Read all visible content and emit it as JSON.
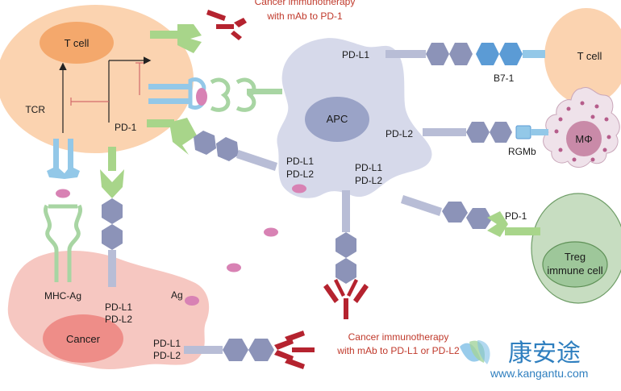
{
  "captions": {
    "top_line1": "Cancer immunotherapy",
    "top_line2": "with mAb to PD-1",
    "bottom_line1": "Cancer immunotherapy",
    "bottom_line2": "with mAb to PD-L1 or PD-L2"
  },
  "cells": {
    "t_cell_main": "T cell",
    "t_cell_right": "T cell",
    "apc": "APC",
    "macrophage": "MΦ",
    "cancer": "Cancer",
    "treg_line1": "Treg",
    "treg_line2": "immune cell"
  },
  "labels": {
    "tcr": "TCR",
    "pd1_tcell": "PD-1",
    "mhc_ag": "MHC-Ag",
    "ag": "Ag",
    "pdl1_cancer_a": "PD-L1",
    "pdl2_cancer_a": "PD-L2",
    "pdl1_cancer_b": "PD-L1",
    "pdl2_cancer_b": "PD-L2",
    "pdl1_apc_top": "PD-L1",
    "b7_1": "B7-1",
    "pdl2_apc_right": "PD-L2",
    "rgmb": "RGMb",
    "pdl1_apc_left": "PD-L1",
    "pdl2_apc_left": "PD-L2",
    "pdl1_apc_bottom": "PD-L1",
    "pdl2_apc_bottom": "PD-L2",
    "pd1_treg": "PD-1"
  },
  "watermark": {
    "chinese": "康安途",
    "url": "www.kangantu.com"
  },
  "colors": {
    "t_cell_fill": "#fbd3b0",
    "t_cell_nucleus": "#f4a86c",
    "apc_fill": "#d6d9ea",
    "apc_nucleus": "#9aa3c7",
    "cancer_fill": "#f6c7c1",
    "cancer_nucleus": "#ee8d88",
    "treg_outer": "#c7ddc1",
    "treg_inner": "#9ec79a",
    "macrophage_fill": "#efe2ea",
    "macrophage_nucleus": "#c98aa8",
    "pd1_green": "#a8d58a",
    "pdl_hex": "#8c93b8",
    "pdl_stalk": "#b8bdd6",
    "b71_hex": "#5b9bd5",
    "tcr_blue": "#93c8e8",
    "antibody_red": "#b5232f",
    "antigen_pink": "#d882b4",
    "arrow_red": "#d36b6b"
  }
}
